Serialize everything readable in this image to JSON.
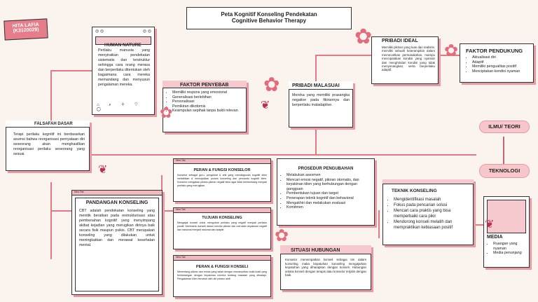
{
  "header": {
    "line1": "Peta Kognitif Konseling Pendekatan",
    "line2": "Cognitive Behavior Therapy"
  },
  "author": {
    "name": "HITA LAFIA",
    "id": "(K3120029)"
  },
  "human_nature": {
    "title": "HUMAN NATURE",
    "text": "Perilaku manusia yang menyiratkan pendekatan sistematis dan terstruktur sehingga cara orang merasa dan berperilaku ditentukan oleh bagaimana cara mereka memandang dan menyusun pengalaman mereka."
  },
  "faktor_penyebab": {
    "title": "FAKTOR PENYEBAB",
    "items": [
      "Memiliki respons yang emosional",
      "Generalisasi berlebihan",
      "Personalisasi",
      "Pemikiran dikotomis",
      "Kesimpulan sepihak tanpa bukti relevan"
    ]
  },
  "pribadi_malasuai": {
    "title": "PRIBADI MALASUAI",
    "text": "Mereka yang memiliki prasangka negative pada fikirannya dan berperilaku maladaptive."
  },
  "pribadi_ideal": {
    "title": "PRIBADI IDEAL",
    "text": "Memiliki pikiran yang luas dan realistis, memiliki sebuah keterampilan dalam memecahkan permasalahan, mampu mencipatakan kondisi yang nyaman dan menghindari kondisi yang tidak menyenangkan, serta berperilaku adaptif."
  },
  "faktor_pendukung": {
    "title": "FAKTOR PENDUKUNG",
    "items": [
      "Aktualisasi diri",
      "Adaptif",
      "Memiliki pengualitas positif",
      "Menciptakan kondisi nyaman"
    ]
  },
  "falsafah_dasar": {
    "title": "FALSAFAH DASAR",
    "text": "Terapi perilaku kognitif ini berdasarkan asumsi bahwa reorganisasi pernyataan diri seseorang akan menghasilkan reorganisasi perilaku seseorang yang sesuai."
  },
  "ilmu_teori": "ILMU/ TEORI",
  "teknologi": "TEKNOLOGI",
  "peran_konselor": {
    "title": "PERAN & FUNGSI KONSELOR",
    "text": "Konselor sebagai guru, pengamat & ahli yang mendiagnosis kognitif klien melatihkan & mewujudkan proses konseling dan pemandu kognitif klien. Konselor mengatasi pikiran-pikiran negatif klien agar tidak berkembang menjadi perilaku yang merugikan."
  },
  "tujuan_konseling": {
    "title": "TUJUAN KONSELING",
    "text": "Mengajak konseli untuk mengubah perilaku yang negatif menjadi perilaku positif. Membantu konseli dalam menilai pikiran dan merubah keyakinan negatif dan irasional menjadi rasional dan adaptif."
  },
  "peran_konseli": {
    "title": "PERAN & FUNGSI KONSELI",
    "text": "Menentang pikiran dan emosi yang salah dengan menampilkan bukti-bukti yang bertentangan dengan keyakinan mereka tentang masalah yang dihadapi. Pengalaman klien berubah oleh diri pelaku aktif."
  },
  "pandangan": {
    "title": "PANDANGAN KONSELING",
    "text": "CBT adalah pendekatan konseling yang menitik beratkan pada restrukturisasi atau pembenahan kognitif yang menyimpang akibat kejadian yang merugikan dirinya baik secara fisik maupun psikis. CBT merupakan konseling yang dilakukan untuk meningkatkan dan merawat kesehatan mental."
  },
  "prosedur": {
    "title": "PROSEDUR PENGUBAHAN",
    "items": [
      "Melakukan asesmen",
      "Mencari emosi negatif, pikiran otomatis, dan keyakinan klien yang berhubungan dengan gangguan",
      "Pembentukan tujuan dan target",
      "Penerapan teknik kognitif dan behavioral",
      "Mengakhiri dan melakukan evaluasi",
      "Komitmen"
    ]
  },
  "situasi": {
    "title": "SITUASI HUBUNGAN",
    "text": "Konselor menempatkan konseli sebagai tim dalam konseling maka kepatuhan konseling mengajarkan kepatuhan yang diharapkan dengan konseli. Hubungan antara konseli dengan terapis atau konselor terjalin dengan baik."
  },
  "teknik": {
    "title": "TEKNIK KONSELING",
    "items": [
      "Mengidentifikasi masalah",
      "Fokus pada pencarian solusi",
      "Mencari cara praktis yang bisa memperbaiki cara pikir",
      "Mendorong konseli melatih dan mempraktikan kebiasaan positif"
    ]
  },
  "media": {
    "title": "MEDIA",
    "items": [
      "Ruangan yang nyaman",
      "Media penunjang"
    ]
  },
  "browser_label": "New Tab",
  "colors": {
    "accent": "#e46a7c",
    "pink": "#f6c9cf",
    "line": "#e07b86"
  }
}
